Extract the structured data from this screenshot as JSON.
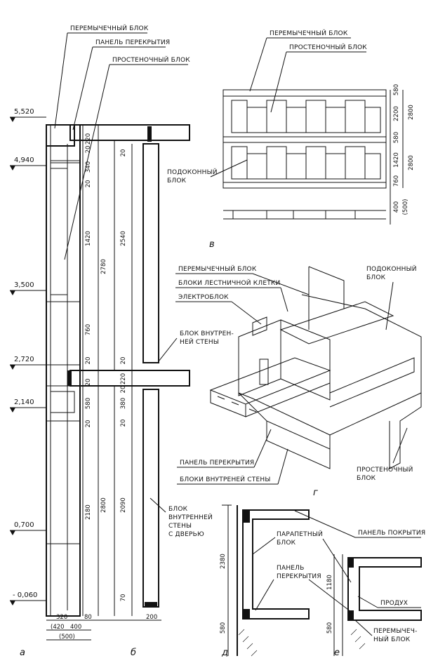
{
  "labels": {
    "lintel_block": "ПЕРЕМЫЧЕЧНЫЙ БЛОК",
    "floor_panel": "ПАНЕЛЬ ПЕРЕКРЫТИЯ",
    "pier_block": "ПРОСТЕНОЧНЫЙ БЛОК",
    "sill_block_1": "ПОДОКОННЫЙ",
    "sill_block_2": "БЛОК",
    "inner_wall_block_1": "БЛОК ВНУТРЕН-",
    "inner_wall_block_2": "НЕЙ СТЕНЫ",
    "door_wall_block_1": "БЛОК",
    "door_wall_block_2": "ВНУТРЕННЕЙ",
    "door_wall_block_3": "СТЕНЫ",
    "door_wall_block_4": "С ДВЕРЬЮ",
    "stair_blocks": "БЛОКИ ЛЕСТНИЧНОЙ КЛЕТКИ",
    "electro_block": "ЭЛЕКТРОБЛОК",
    "inner_wall_blocks": "БЛОКИ ВНУТРЕНЕЙ СТЕНЫ",
    "pier_block_1": "ПРОСТЕНОЧНЫЙ",
    "pier_block_2": "БЛОК",
    "roof_panel": "ПАНЕЛЬ ПОКРЫТИЯ",
    "parapet_1": "ПАРАПЕТНЫЙ",
    "parapet_2": "БЛОК",
    "floor_panel_1": "ПАНЕЛЬ",
    "floor_panel_2": "ПЕРЕКРЫТИЯ",
    "vent": "ПРОДУХ",
    "lintel_short_1": "ПЕРЕМЫЧЕЧ-",
    "lintel_short_2": "НЫЙ БЛОК"
  },
  "levels": [
    "5,520",
    "4,940",
    "3,500",
    "2,720",
    "2,140",
    "0,700",
    "- 0,060"
  ],
  "dims_a": [
    "220",
    "20",
    "340",
    "20",
    "1420",
    "760",
    "20",
    "20",
    "580",
    "20",
    "2180",
    "2780",
    "2800"
  ],
  "dims_b": [
    "20",
    "2540",
    "20",
    "20",
    "220",
    "380",
    "20",
    "2090",
    "70"
  ],
  "dims_bottom": [
    "320",
    "80",
    "(420",
    "400",
    "(500)",
    "200"
  ],
  "dims_v": [
    "580",
    "2200",
    "580",
    "1420",
    "760",
    "2800",
    "2800",
    "400",
    "(500)"
  ],
  "dims_d": [
    "2380",
    "580",
    "1180",
    "580"
  ],
  "letters": [
    "а",
    "б",
    "в",
    "г",
    "д",
    "е"
  ]
}
